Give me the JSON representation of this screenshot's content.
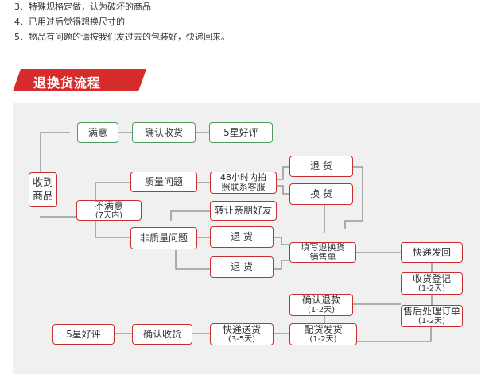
{
  "notes": [
    "3、特殊规格定做，认为破坏的商品",
    "4、已用过后觉得想换尺寸的",
    "5、物品有问题的请按我们发过去的包装好，快递回来。"
  ],
  "section_title": "退换货流程",
  "colors": {
    "accent_red": "#d62c2c",
    "box_red": "#c83030",
    "box_green": "#4f9a5c",
    "panel_bg": "#f0f0f0",
    "line": "#888888"
  },
  "flow": {
    "received": "收到\n商品",
    "satisfied": "满意",
    "confirm_receipt_top": "确认收货",
    "five_star_top": "5星好评",
    "unsatisfied": "不满意",
    "unsatisfied_note": "(7天内)",
    "quality_issue": "质量问题",
    "photo_contact": "48小时内拍\n照联系客服",
    "transfer_friend": "转让亲朋好友",
    "non_quality_issue": "非质量问题",
    "return_a": "退 货",
    "return_b": "退 货",
    "return_top": "退 货",
    "exchange": "换 货",
    "fill_form": "填写退换货\n销售单",
    "express_back": "快递发回",
    "receipt_register": "收货登记",
    "receipt_register_note": "(1-2天)",
    "after_sales": "售后处理订单",
    "after_sales_note": "(1-2天)",
    "confirm_refund": "确认退款",
    "confirm_refund_note": "(1-2天)",
    "dispatch": "配货发货",
    "dispatch_note": "(1-2天)",
    "express_delivery": "快递送货",
    "express_delivery_note": "(3-5天)",
    "confirm_receipt_bottom": "确认收货",
    "five_star_bottom": "5星好评"
  }
}
